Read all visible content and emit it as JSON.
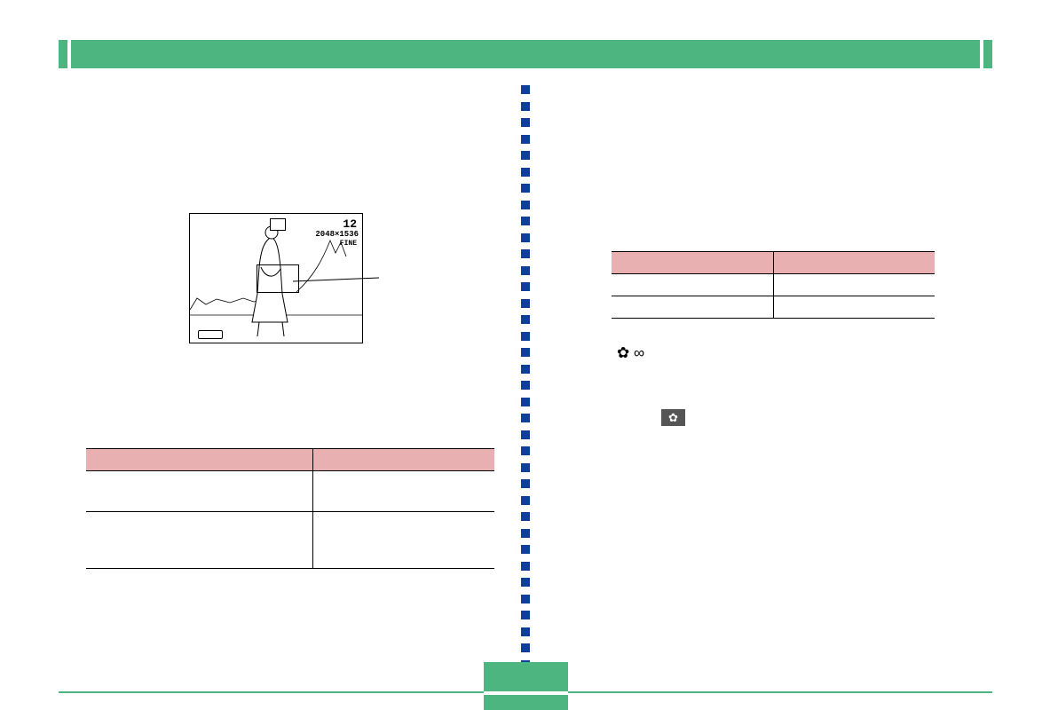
{
  "header": {
    "accent": "#4db57f"
  },
  "figure": {
    "shot_count": "12",
    "resolution": "2048×1536",
    "quality": "FINE"
  },
  "left_table": {
    "header_color": "#e8b0b0",
    "columns": [
      "",
      ""
    ],
    "rows": [
      [
        "",
        ""
      ],
      [
        "",
        ""
      ]
    ]
  },
  "right_table": {
    "header_color": "#e8b0b0",
    "columns": [
      "",
      ""
    ],
    "rows": [
      [
        "",
        ""
      ],
      [
        "",
        ""
      ]
    ]
  },
  "icons": {
    "macro_infinity": "✿ ∞",
    "macro_box": "✿"
  },
  "footer": {
    "page_number": ""
  },
  "colors": {
    "dots": "#0f3f9a"
  }
}
